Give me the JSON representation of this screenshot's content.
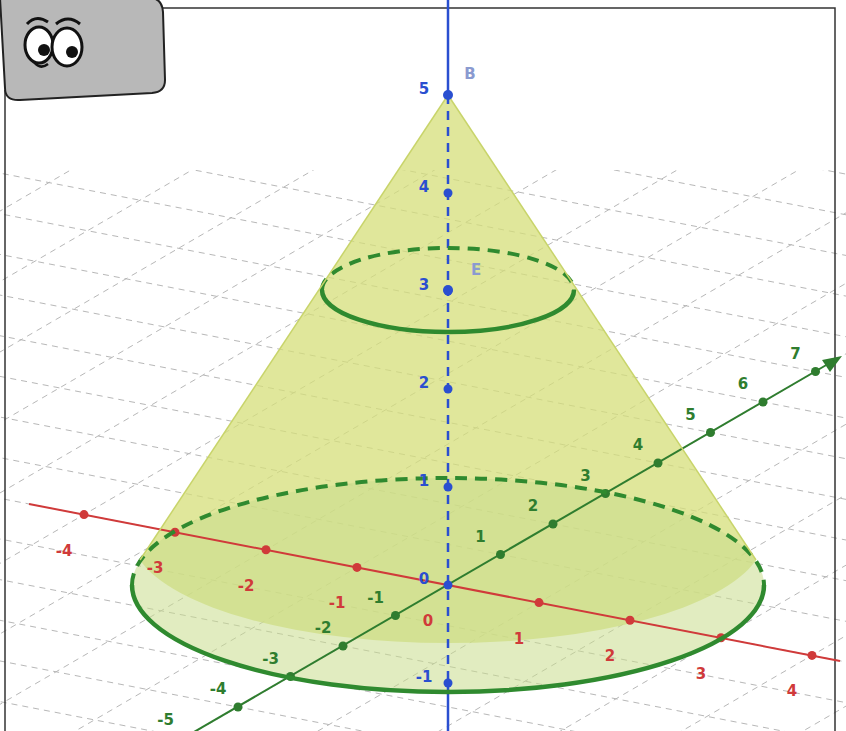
{
  "diagram": {
    "labels": [
      "B",
      "E",
      "5",
      "4",
      "3",
      "2",
      "1",
      "0",
      "-1",
      "-4",
      "-3",
      "-2",
      "-1",
      "0",
      "1",
      "2",
      "3",
      "4",
      "-5",
      "-4",
      "-3",
      "-2",
      "-1",
      "1",
      "2",
      "3",
      "4",
      "5",
      "6",
      "7"
    ]
  }
}
